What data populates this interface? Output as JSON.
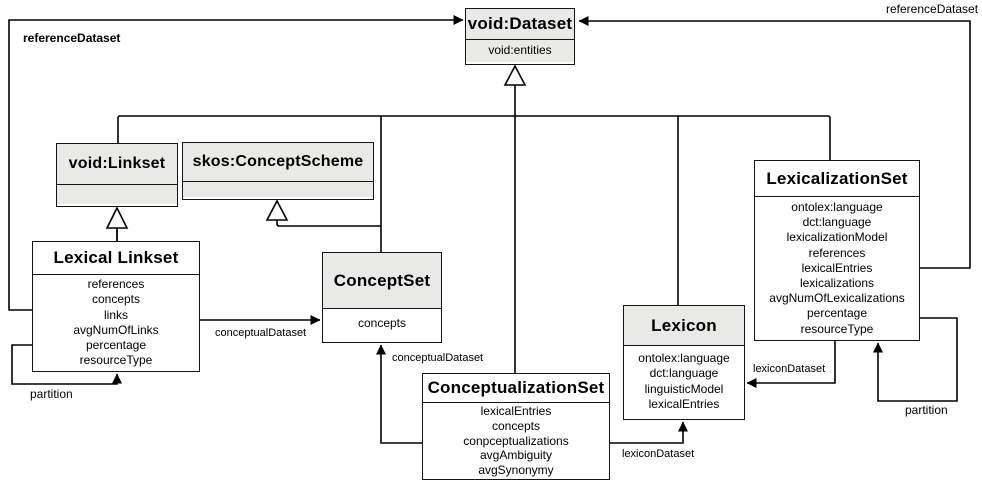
{
  "diagram": {
    "title_note": "VoID / OntoLex-lexmeta UML class diagram",
    "classes": {
      "void_dataset": {
        "title": "void:Dataset",
        "attributes": [
          "void:entities"
        ]
      },
      "void_linkset": {
        "title": "void:Linkset",
        "attributes": []
      },
      "skos_conceptscheme": {
        "title": "skos:ConceptScheme",
        "attributes": []
      },
      "lexical_linkset": {
        "title": "Lexical Linkset",
        "attributes": [
          "references",
          "concepts",
          "links",
          "avgNumOfLinks",
          "percentage",
          "resourceType"
        ]
      },
      "conceptset": {
        "title": "ConceptSet",
        "attributes": [
          "concepts"
        ]
      },
      "conceptualizationset": {
        "title": "ConceptualizationSet",
        "attributes": [
          "lexicalEntries",
          "concepts",
          "conpceptualizations",
          "avgAmbiguity",
          "avgSynonymy"
        ]
      },
      "lexicon": {
        "title": "Lexicon",
        "attributes": [
          "ontolex:language",
          "dct:language",
          "linguisticModel",
          "lexicalEntries"
        ]
      },
      "lexicalizationset": {
        "title": "LexicalizationSet",
        "attributes": [
          "ontolex:language",
          "dct:language",
          "lexicalizationModel",
          "references",
          "lexicalEntries",
          "lexicalizations",
          "avgNumOfLexicalizations",
          "percentage",
          "resourceType"
        ]
      }
    },
    "edge_labels": {
      "reference_dataset_left": "referenceDataset",
      "reference_dataset_right": "referenceDataset",
      "partition_left": "partition",
      "partition_right": "partition",
      "conceptual_dataset_left": "conceptualDataset",
      "conceptual_dataset_bottom": "conceptualDataset",
      "lexicon_dataset_bottom": "lexiconDataset",
      "lexicon_dataset_right": "lexiconDataset"
    },
    "colors": {
      "class_header_fill": "#e9e9e8",
      "class_body_fill": "#ffffff",
      "line": "#000000"
    }
  }
}
